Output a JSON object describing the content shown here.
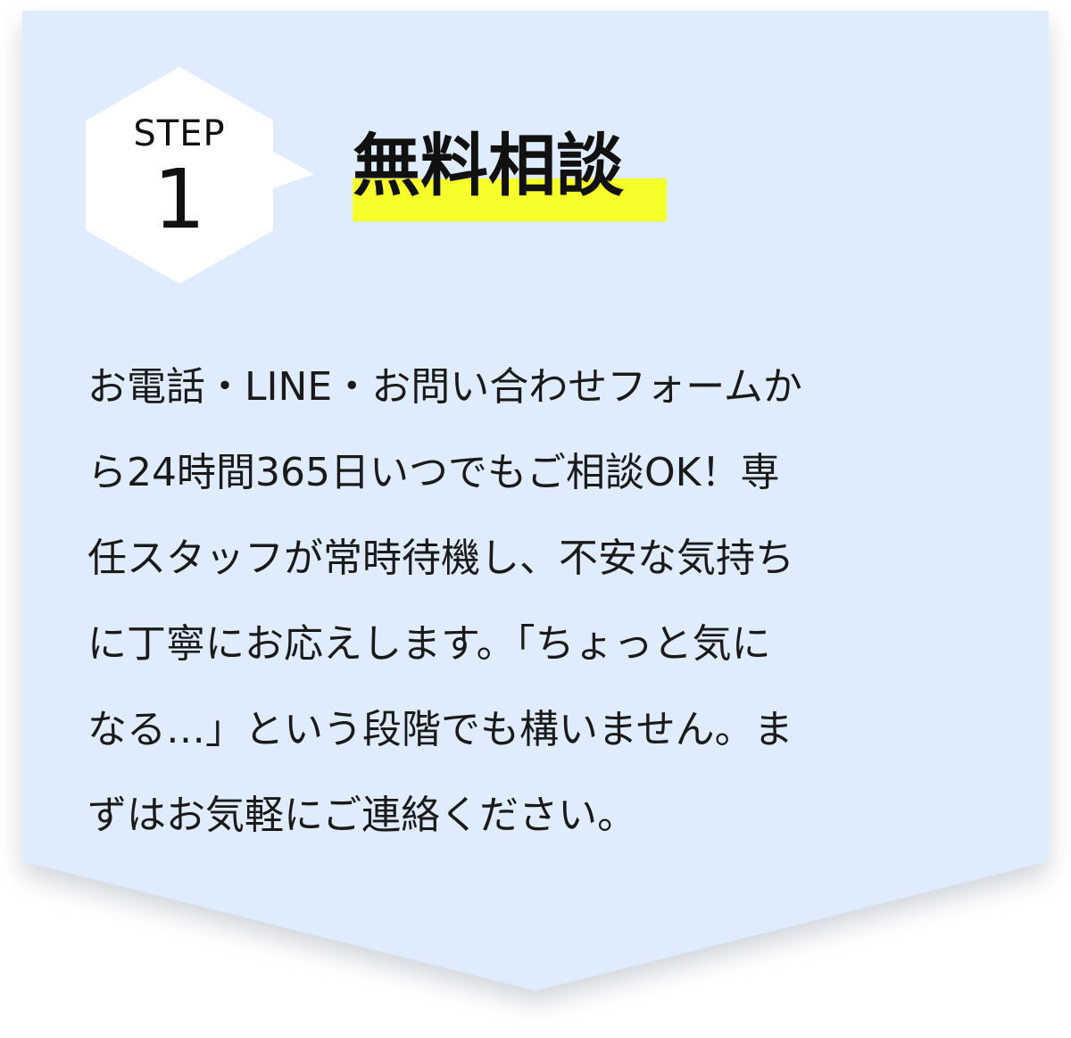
{
  "colors": {
    "card_background": "#dfecfd",
    "card_shadow": "#cfd6e0",
    "page_background": "#ffffff",
    "badge_fill": "#ffffff",
    "title_highlight": "#f7ff2b",
    "text": "#111111"
  },
  "step": {
    "label": "STEP",
    "number": "1"
  },
  "title": "無料相談",
  "body_lines": [
    "お電話・LINE・お問い合わせフォームか",
    "ら24時間365日いつでもご相談OK！専",
    "任スタッフが常時待機し、不安な気持ち",
    "に丁寧にお応えします。「ちょっと気に",
    "なる…」という段階でも構いません。ま",
    "ずはお気軽にご連絡ください。"
  ]
}
